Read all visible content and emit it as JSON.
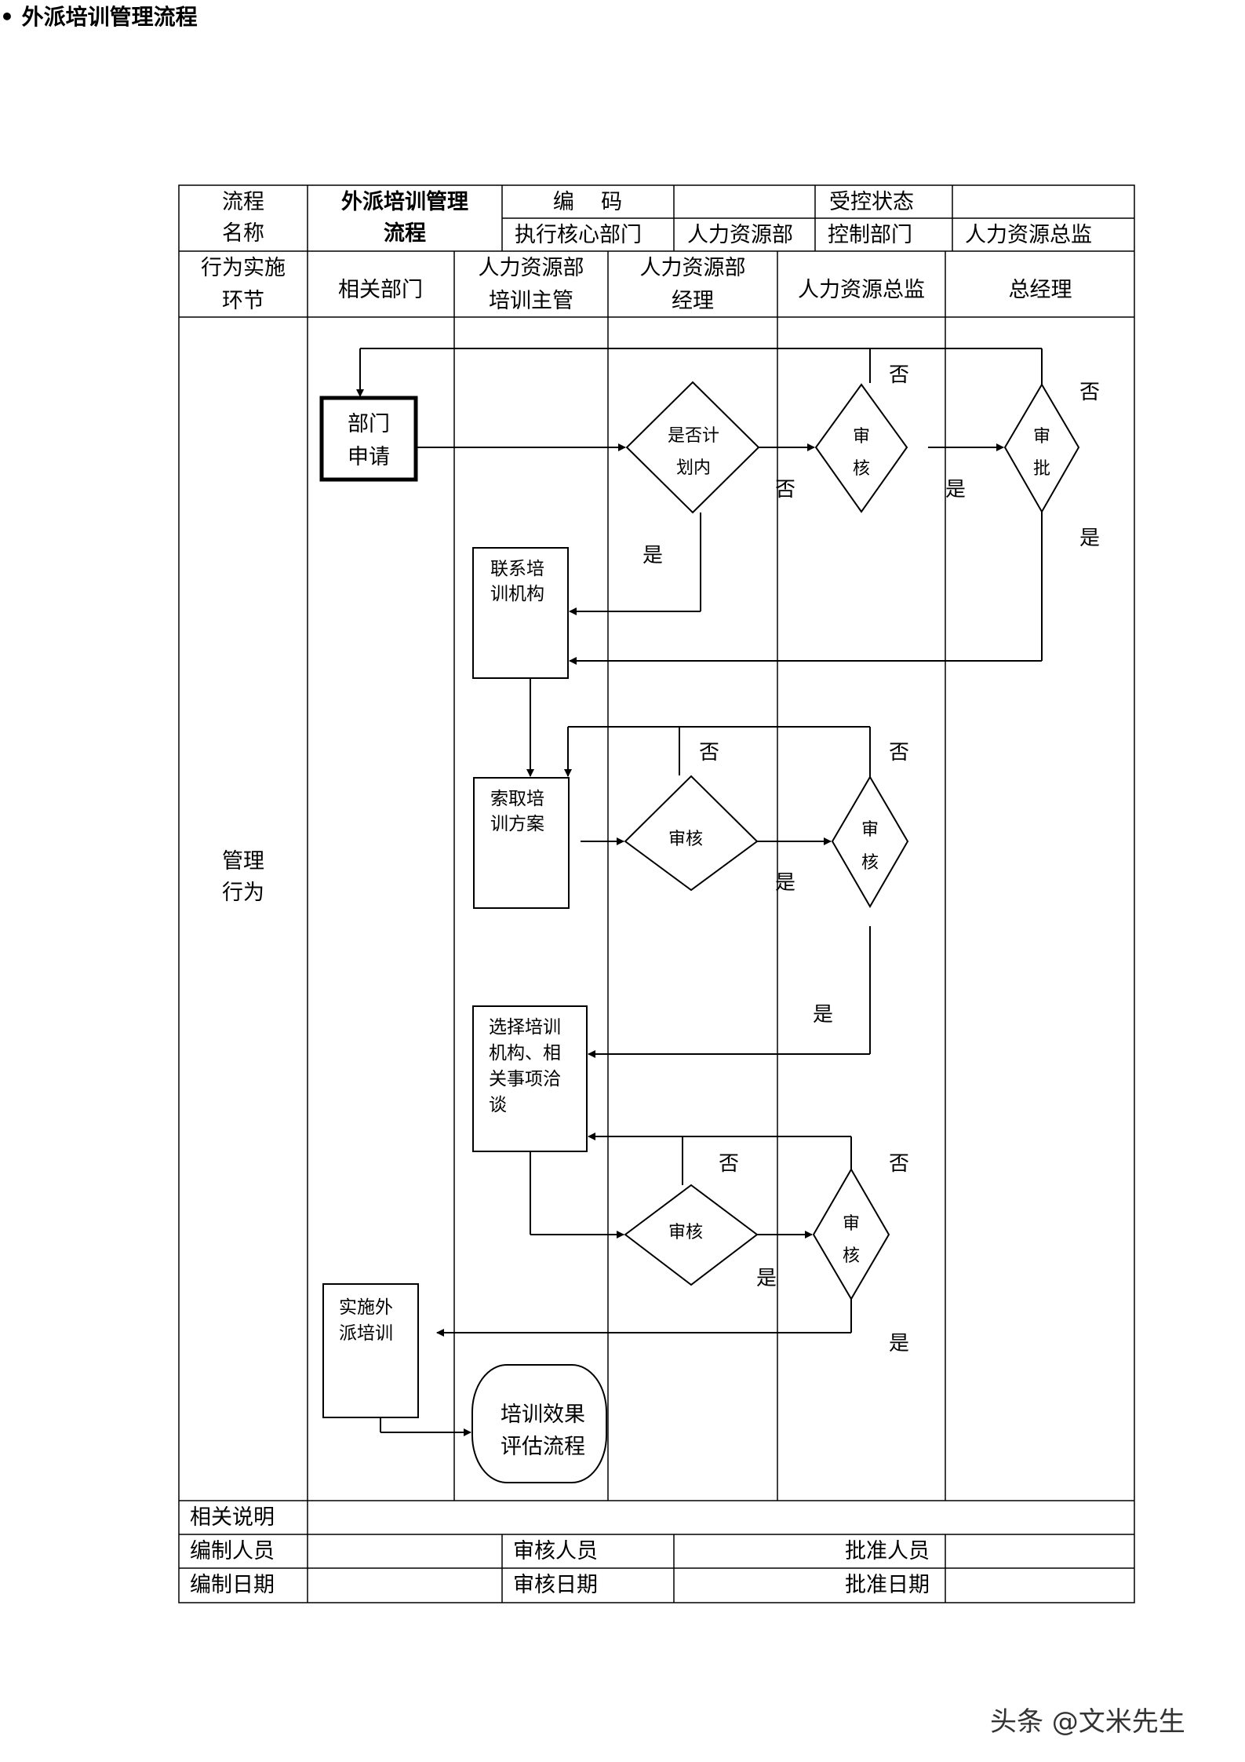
{
  "heading": "• 外派培训管理流程",
  "header_table": {
    "process_name_label": [
      "流程",
      "名称"
    ],
    "process_name_value": [
      "外派培训管理",
      "流程"
    ],
    "code_label": "编    码",
    "code_value": "",
    "control_status_label": "受控状态",
    "control_status_value": "",
    "exec_dept_label": "执行核心部门",
    "exec_dept_value": "人力资源部",
    "control_dept_label": "控制部门",
    "control_dept_value": "人力资源总监"
  },
  "lanes": {
    "stage_header": [
      "行为实施",
      "环节"
    ],
    "dept": "相关部门",
    "hr_training": [
      "人力资源部",
      "培训主管"
    ],
    "hr_manager": [
      "人力资源部",
      "经理"
    ],
    "hr_director": "人力资源总监",
    "gm": "总经理"
  },
  "row_label": [
    "管理",
    "行为"
  ],
  "nodes": {
    "dept_apply": [
      "部门",
      "申请"
    ],
    "in_plan": [
      "是否计",
      "划内"
    ],
    "review": "审核",
    "review_v": [
      "审",
      "核"
    ],
    "approve_v": [
      "审",
      "批"
    ],
    "contact": [
      "联系培",
      "训机构"
    ],
    "obtain_plan": [
      "索取培",
      "训方案"
    ],
    "select": [
      "选择培训",
      "机构、相",
      "关事项洽",
      "谈"
    ],
    "implement": [
      "实施外",
      "派培训"
    ],
    "evaluate": [
      "培训效果",
      "评估流程"
    ]
  },
  "labels": {
    "yes": "是",
    "no": "否"
  },
  "footer": {
    "notes_label": "相关说明",
    "compiler_label": "编制人员",
    "reviewer_label": "审核人员",
    "approver_label": "批准人员",
    "compile_date_label": "编制日期",
    "review_date_label": "审核日期",
    "approve_date_label": "批准日期"
  },
  "watermark": "头条 @文米先生"
}
